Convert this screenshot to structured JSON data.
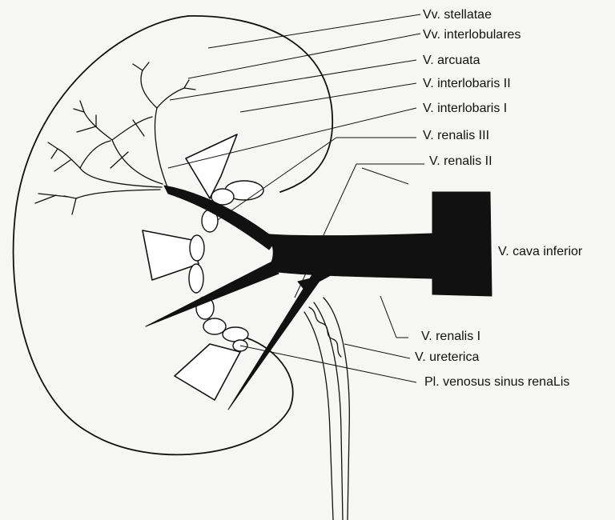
{
  "labels": {
    "stellatae": "Vv. stellatae",
    "interlobulares": "Vv. interlobulares",
    "arcuata": "V. arcuata",
    "interlobaris_2": "V. interlobaris II",
    "interlobaris_1": "V. interlobaris I",
    "renalis_3": "V. renalis III",
    "renalis_2": "V. renalis II",
    "cava_inferior": "V. cava inferior",
    "renalis_1": "V. renalis I",
    "ureterica": "V. ureterica",
    "plexus": "Pl. venosus sinus renaLis"
  }
}
